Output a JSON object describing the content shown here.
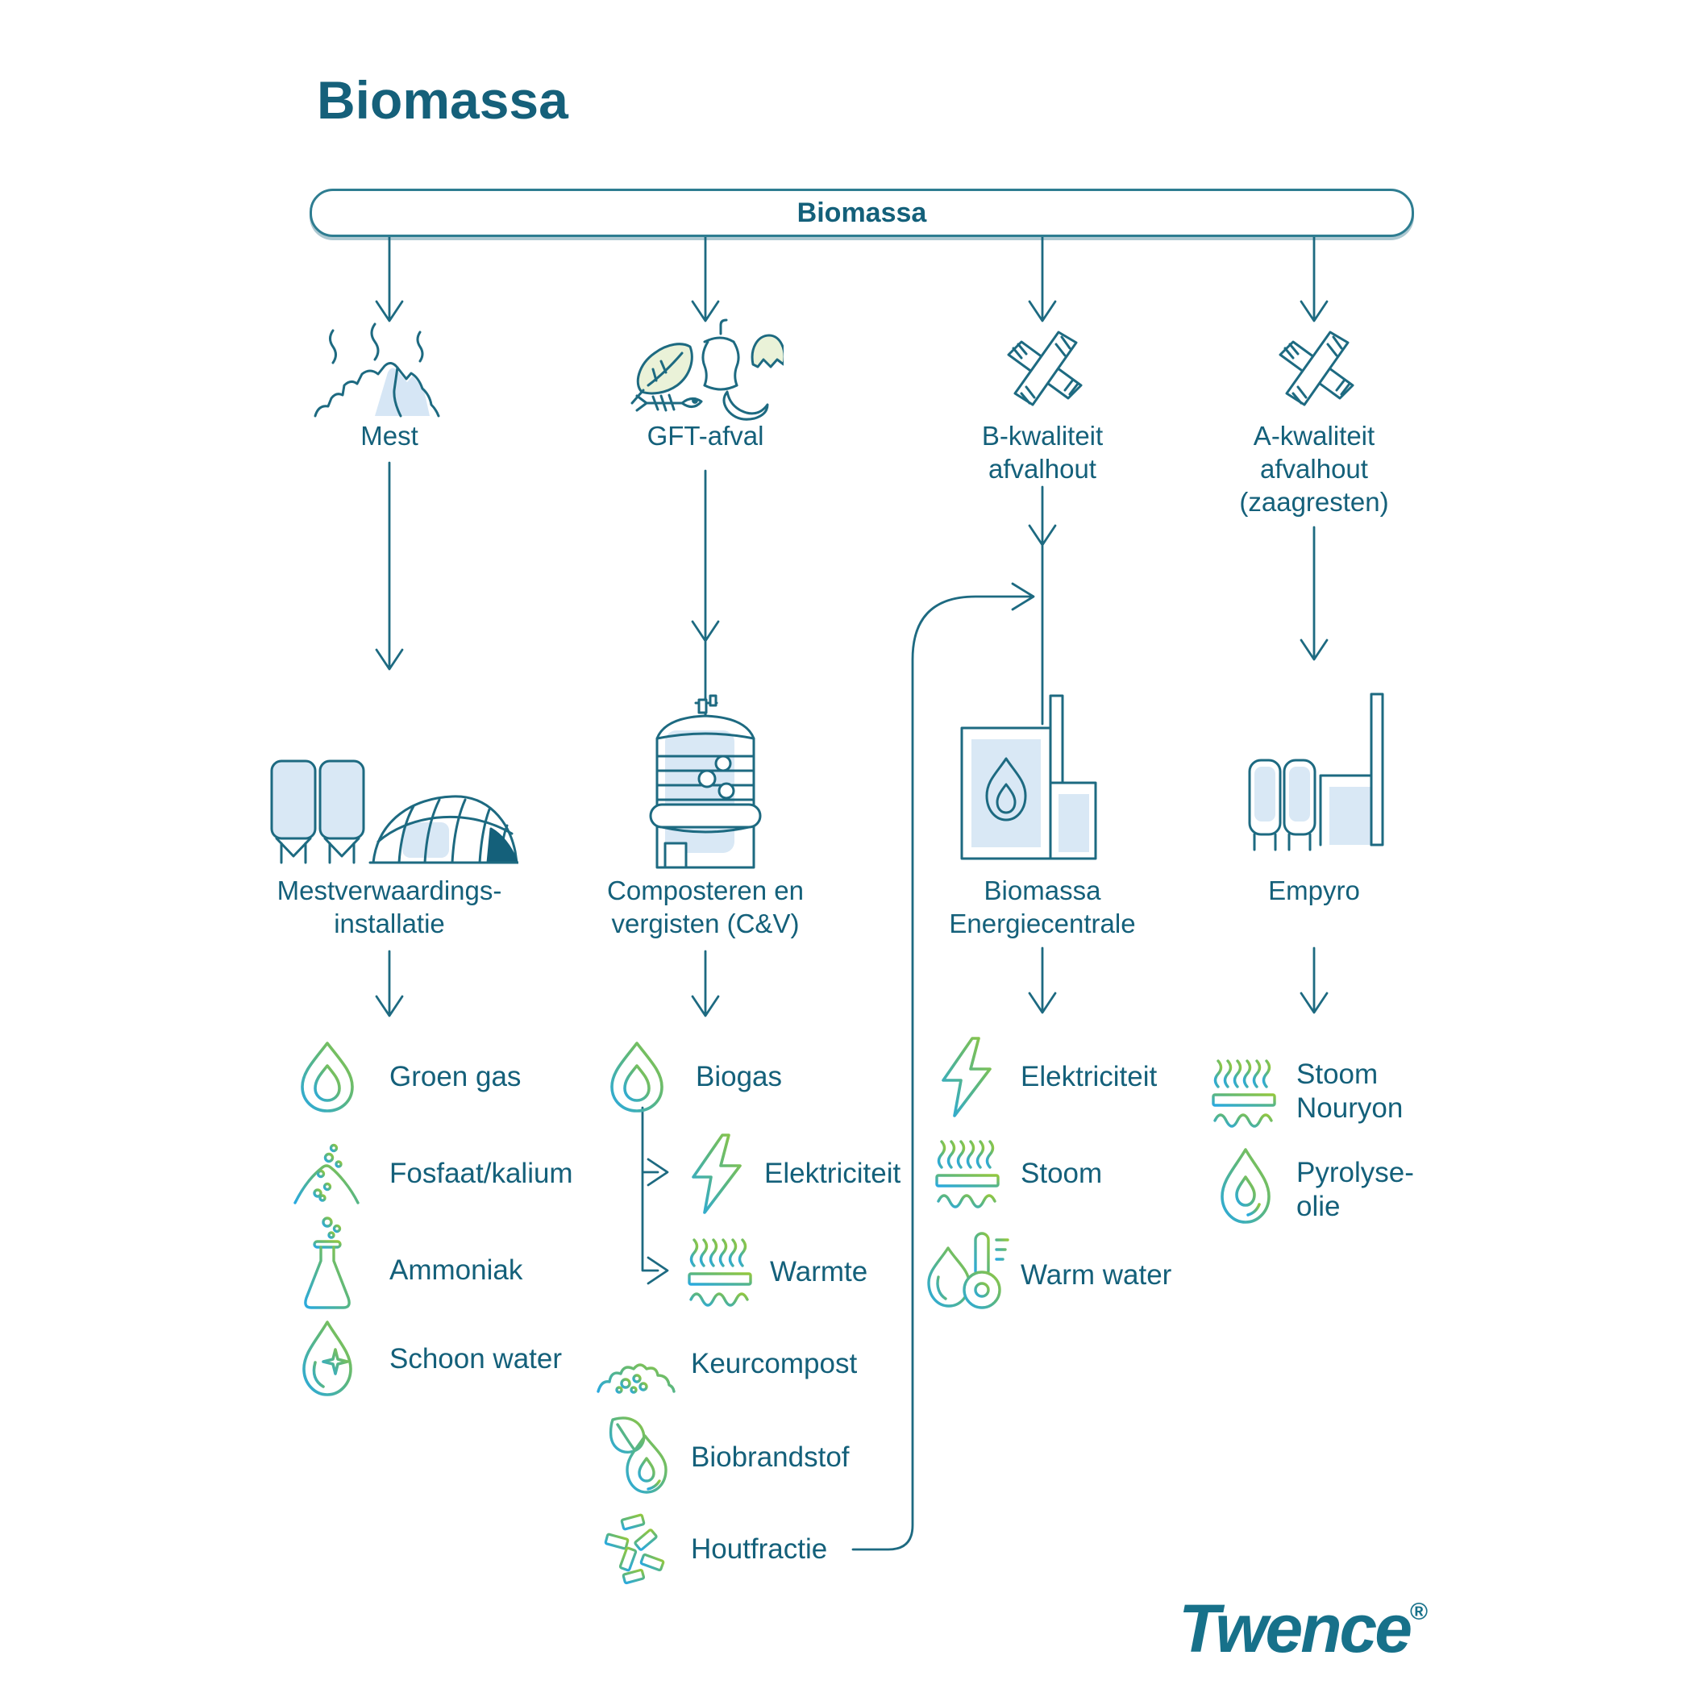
{
  "title": "Biomassa",
  "banner": {
    "label": "Biomassa"
  },
  "colors": {
    "text": "#14607A",
    "line": "#1D6A81",
    "accent_blue": "#29A9E0",
    "accent_green": "#94C83E",
    "fill_light_blue": "#D9E8F5",
    "fill_light_green": "#EAF2D8",
    "dark_wedge": "#14607A"
  },
  "columns": [
    {
      "source": {
        "label": "Mest",
        "icon": "manure-pile-icon"
      },
      "facility": {
        "label": "Mestverwaardings-\ninstallatie",
        "icon": "manure-processing-plant-icon"
      },
      "outputs": [
        {
          "label": "Groen gas",
          "icon": "green-gas-flame-icon"
        },
        {
          "label": "Fosfaat/kalium",
          "icon": "phosphate-pile-icon"
        },
        {
          "label": "Ammoniak",
          "icon": "ammonia-flask-icon"
        },
        {
          "label": "Schoon water",
          "icon": "clean-water-drop-icon"
        }
      ]
    },
    {
      "source": {
        "label": "GFT-afval",
        "icon": "organic-waste-icon"
      },
      "facility": {
        "label": "Composteren en\nvergisten (C&V)",
        "icon": "digester-tower-icon"
      },
      "outputs": [
        {
          "label": "Biogas",
          "icon": "biogas-flame-icon"
        },
        {
          "label": "Elektriciteit",
          "icon": "electricity-bolt-icon"
        },
        {
          "label": "Warmte",
          "icon": "heat-icon"
        },
        {
          "label": "Keurcompost",
          "icon": "compost-icon"
        },
        {
          "label": "Biobrandstof",
          "icon": "biofuel-icon"
        },
        {
          "label": "Houtfractie",
          "icon": "wood-chips-icon"
        }
      ]
    },
    {
      "source": {
        "label": "B-kwaliteit\nafvalhout",
        "icon": "waste-wood-icon"
      },
      "facility": {
        "label": "Biomassa\nEnergiecentrale",
        "icon": "biomass-power-plant-icon"
      },
      "outputs": [
        {
          "label": "Elektriciteit",
          "icon": "electricity-bolt-icon"
        },
        {
          "label": "Stoom",
          "icon": "steam-icon"
        },
        {
          "label": "Warm water",
          "icon": "warm-water-icon"
        }
      ]
    },
    {
      "source": {
        "label": "A-kwaliteit\nafvalhout\n(zaagresten)",
        "icon": "waste-wood-icon"
      },
      "facility": {
        "label": "Empyro",
        "icon": "empyro-plant-icon"
      },
      "outputs": [
        {
          "label": "Stoom\nNouryon",
          "icon": "steam-icon"
        },
        {
          "label": "Pyrolyse-\nolie",
          "icon": "pyrolysis-oil-drop-icon"
        }
      ]
    }
  ],
  "logo": {
    "brand": "Twence",
    "registered": "®"
  }
}
